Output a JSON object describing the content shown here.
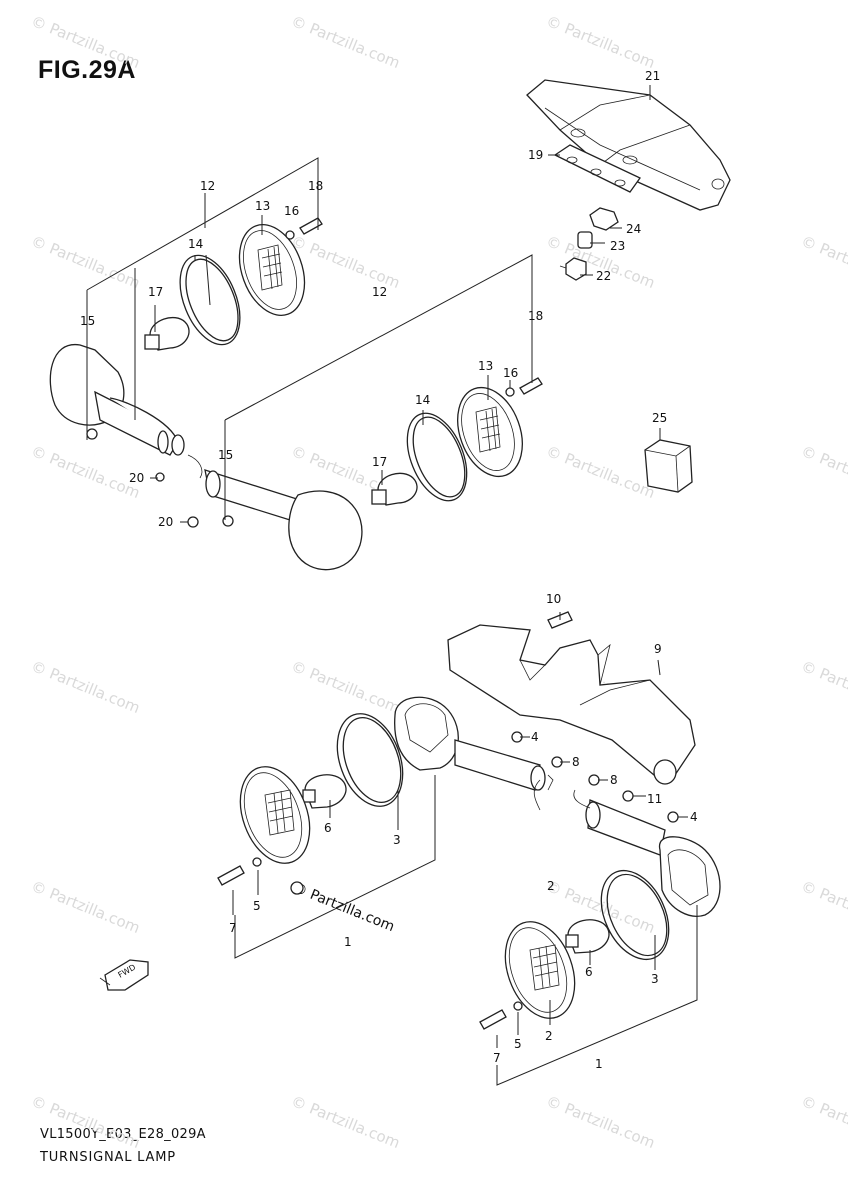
{
  "figure": {
    "title": "FIG.29A",
    "code": "VL1500Y_E03_E28_029A",
    "name": "TURNSIGNAL LAMP"
  },
  "watermark": {
    "text": "© Partzilla.com",
    "center_text": "© Partzilla.com"
  },
  "fwd_label": "FWD",
  "callouts": {
    "c1a": "1",
    "c1b": "1",
    "c2": "2",
    "c3a": "3",
    "c3b": "3",
    "c4a": "4",
    "c4b": "4",
    "c5a": "5",
    "c5b": "5",
    "c6a": "6",
    "c6b": "6",
    "c7a": "7",
    "c7b": "7",
    "c8a": "8",
    "c8b": "8",
    "c9": "9",
    "c10": "10",
    "c11": "11",
    "c12a": "12",
    "c12b": "12",
    "c13a": "13",
    "c13b": "13",
    "c14a": "14",
    "c14b": "14",
    "c15a": "15",
    "c15b": "15",
    "c16a": "16",
    "c16b": "16",
    "c17a": "17",
    "c17b": "17",
    "c18a": "18",
    "c18b": "18",
    "c19": "19",
    "c20a": "20",
    "c20b": "20",
    "c21": "21",
    "c22": "22",
    "c23": "23",
    "c24": "24",
    "c25": "25"
  }
}
